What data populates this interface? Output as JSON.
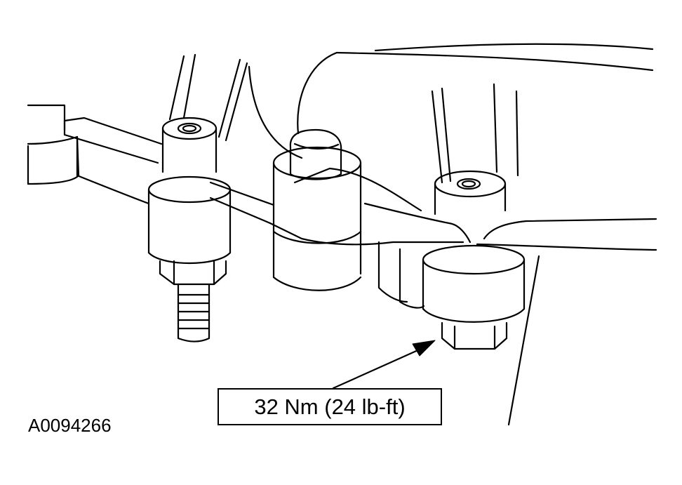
{
  "diagram": {
    "callout_label": "32 Nm (24 lb-ft)",
    "figure_id": "A0094266",
    "line_color": "#000000",
    "background_color": "#ffffff",
    "parts": [
      {
        "name": "mounting-flange",
        "depiction": "flat bracket plate"
      },
      {
        "name": "stud-boss-left",
        "depiction": "cylindrical boss with threaded stud"
      },
      {
        "name": "dowel-boss-center",
        "depiction": "cylindrical boss with capped dowel"
      },
      {
        "name": "nut-boss-right",
        "depiction": "cylindrical boss with hex nut"
      }
    ]
  }
}
